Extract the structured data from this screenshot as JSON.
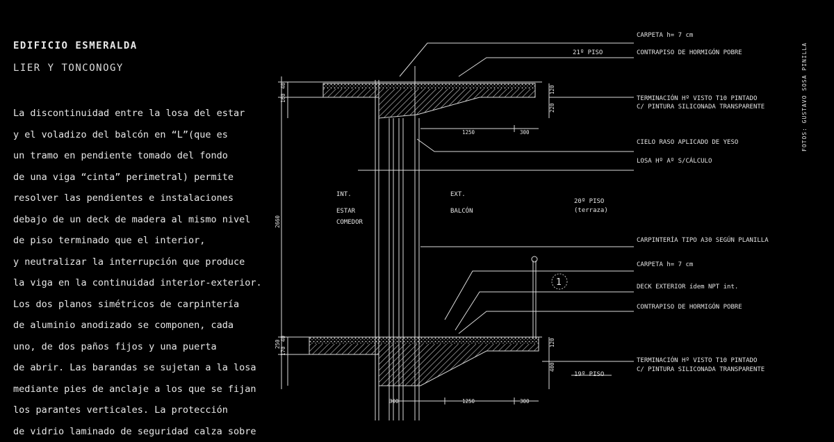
{
  "project": {
    "title": "EDIFICIO ESMERALDA",
    "architects": "LIER Y TONCONOGY"
  },
  "description_lines": [
    "La discontinuidad entre la losa del estar",
    "y el voladizo del balcón en “L”(que es",
    "un tramo en pendiente tomado del fondo",
    "de una viga “cinta” perimetral) permite",
    "resolver las pendientes e instalaciones",
    "debajo de un deck de madera al mismo nivel",
    "de piso terminado que el interior,",
    "y neutralizar la interrupción que produce",
    "la viga en la continuidad interior-exterior.",
    "Los dos planos simétricos de carpintería",
    "de aluminio anodizado se componen, cada",
    "uno, de dos paños fijos y una puerta",
    "de abrir. Las barandas se sujetan a la losa",
    "mediante pies de anclaje a los que se fijan",
    "los parantes verticales. La protección",
    "de vidrio laminado de seguridad calza sobre"
  ],
  "photo_credit": "FOTOS: GUSTAVO SOSA PINILLA",
  "annotations": {
    "carpeta_top": "CARPETA h= 7 cm",
    "contrapiso_top": "CONTRAPISO DE HORMIGÓN POBRE",
    "terminacion_top_1": "TERMINACIÓN Hº VISTO T10 PINTADO",
    "terminacion_top_2": "C/ PINTURA SILICONADA TRANSPARENTE",
    "cielo_raso": "CIELO RASO APLICADO DE YESO",
    "losa": "LOSA Hº Aº S/CÁLCULO",
    "carpinteria": "CARPINTERÍA TIPO A30 SEGÚN PLANILLA",
    "carpeta_bottom": "CARPETA h= 7 cm",
    "deck": "DECK EXTERIOR ídem NPT int.",
    "contrapiso_bottom": "CONTRAPISO DE HORMIGÓN POBRE",
    "terminacion_bottom_1": "TERMINACIÓN Hº VISTO T10 PINTADO",
    "terminacion_bottom_2": "C/ PINTURA SILICONADA TRANSPARENTE"
  },
  "levels": {
    "floor_21": "21º PISO",
    "floor_20": "20º PISO",
    "floor_20_sub": "(terraza)",
    "floor_19": "19º PISO"
  },
  "spaces": {
    "int": "INT.",
    "estar": "ESTAR",
    "comedor": "COMEDOR",
    "ext": "EXT.",
    "balcon": "BALCÓN"
  },
  "dimensions": {
    "d_1250_top": "1250",
    "d_300_top": "300",
    "d_220": "220",
    "d_120_top": "120",
    "d_160": "160",
    "d_40_top": "40",
    "d_2660": "2660",
    "d_250": "250",
    "d_170": "170",
    "d_40_bottom": "40",
    "d_120_bottom": "120",
    "d_400": "400",
    "d_300_left": "300",
    "d_1250_bottom": "1250",
    "d_300_bottom": "300"
  },
  "detail_marker": "1"
}
